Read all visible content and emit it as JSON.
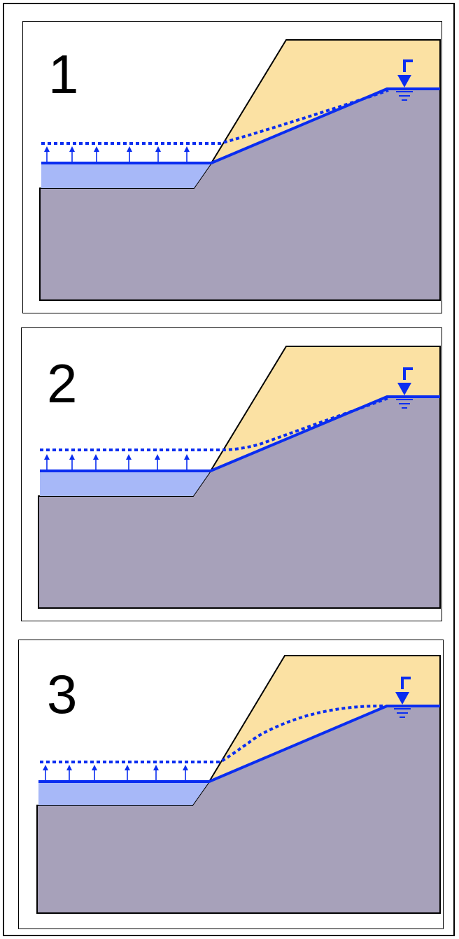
{
  "panels": [
    {
      "label": "1"
    },
    {
      "label": "2"
    },
    {
      "label": "3"
    }
  ],
  "colors": {
    "rock": "#a7a1ba",
    "soil": "#fbe1a3",
    "water": "#a7b8f8",
    "water_line": "#0a2df0",
    "outline": "#000000"
  },
  "icons": [
    "water-table-symbol-icon",
    "uplift-arrow-icon"
  ]
}
